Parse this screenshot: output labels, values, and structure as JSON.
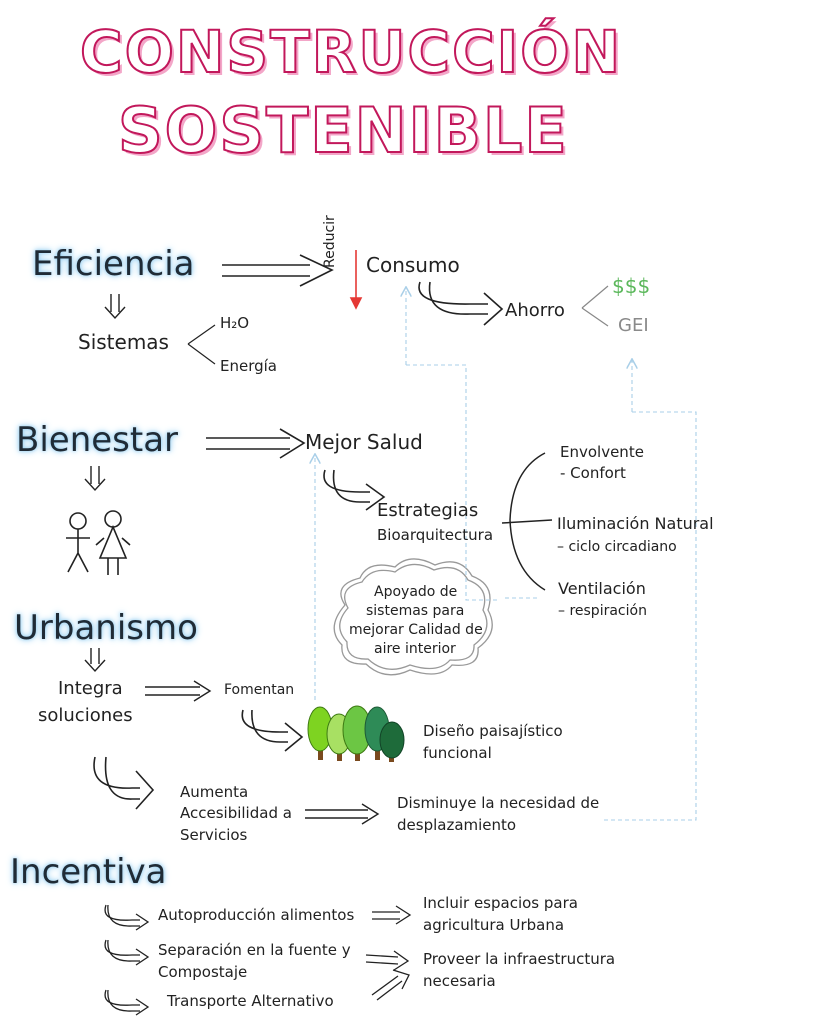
{
  "title": {
    "line1": "CONSTRUCCIÓN",
    "line2": "SOSTENIBLE"
  },
  "eficiencia": {
    "heading": "Eficiencia",
    "reducir": "Reducir",
    "consumo": "Consumo",
    "ahorro": "Ahorro",
    "money": "$$$",
    "gei": "GEI",
    "sistemas": "Sistemas",
    "h2o": "H₂O",
    "energia": "Energía"
  },
  "bienestar": {
    "heading": "Bienestar",
    "mejor_salud": "Mejor Salud",
    "estrategias": "Estrategias",
    "bioarquitectura": "Bioarquitectura",
    "envolvente": "Envolvente",
    "confort": "- Confort",
    "iluminacion": "Iluminación Natural",
    "ciclo": "– ciclo circadiano",
    "ventilacion": "Ventilación",
    "respiracion": "– respiración",
    "cloud": [
      "Apoyado de",
      "sistemas para",
      "mejorar Calidad de",
      "aire interior"
    ]
  },
  "urbanismo": {
    "heading": "Urbanismo",
    "integra": "Integra",
    "soluciones": "soluciones",
    "fomentan": "Fomentan",
    "diseno1": "Diseño paisajístico",
    "diseno2": "funcional",
    "aumenta": [
      "Aumenta",
      "Accesibilidad a",
      "Servicios"
    ],
    "disminuye1": "Disminuye la necesidad de",
    "disminuye2": "desplazamiento"
  },
  "incentiva": {
    "heading": "Incentiva",
    "auto": "Autoproducción alimentos",
    "separacion1": "Separación en la fuente y",
    "separacion2": "Compostaje",
    "transporte": "Transporte Alternativo",
    "incluir1": "Incluir espacios para",
    "incluir2": "agricultura Urbana",
    "proveer1": "Proveer la infraestructura",
    "proveer2": "necesaria"
  },
  "colors": {
    "title_stroke": "#c2185b",
    "heading_glow": "#7fc4ee",
    "money": "#5cb85c",
    "dashed": "#a9cfe8",
    "reducir_arrow": "#e53935"
  }
}
